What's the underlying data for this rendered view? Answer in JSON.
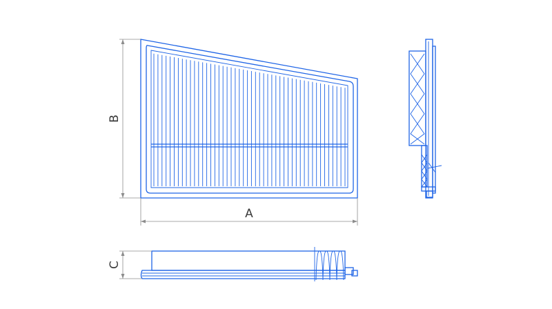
{
  "labels": {
    "a": "A",
    "b": "B",
    "c": "C"
  },
  "colors": {
    "outline": "#1e64e6",
    "dimension": "#8c8c8c",
    "text": "#3a3a3a"
  },
  "pleats": {
    "count": 48
  },
  "spring_coils": 4
}
